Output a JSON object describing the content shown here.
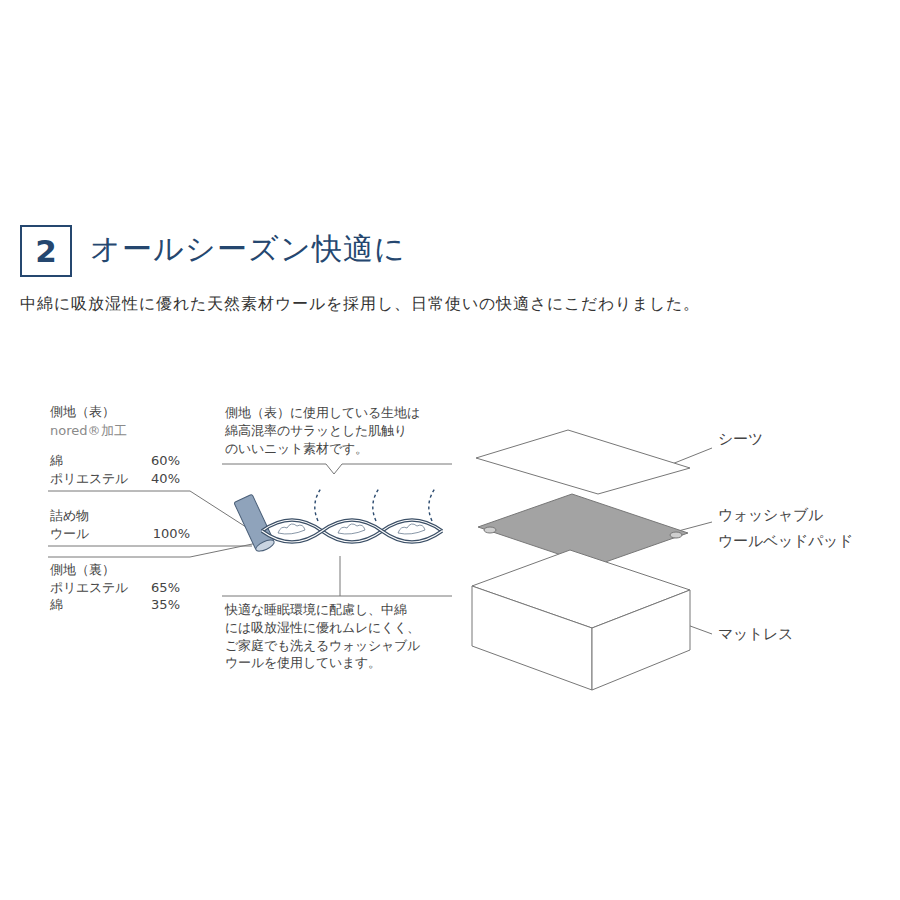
{
  "diagram": {
    "title": "オールシーズン快適に",
    "nodes": [
      {
        "text": [
          "2"
        ]
      }
    ],
    "labels": [
      "中綿に吸放湿性に優れた天然素材ウールを採用し、日常使いの快適さにこだわりました。",
      "側地（表）",
      "nored®加工",
      "綿",
      "60%",
      "ポリエステル",
      "40%",
      "詰め物",
      "ウール",
      "100%",
      "側地（裏）",
      "ポリエステル",
      "65%",
      "綿",
      "35%",
      "側地（表）に使用している生地は 綿高混率のサラッとした肌触り のいいニット素材です。",
      "快適な睡眠環境に配慮し、中綿 には吸放湿性に優れムレにくく、 ご家庭でも洗えるウォッシャブル ウールを使用しています。",
      "シーツ",
      "ウォッシャブル ウールベッドパッド",
      "マットレス"
    ]
  }
}
